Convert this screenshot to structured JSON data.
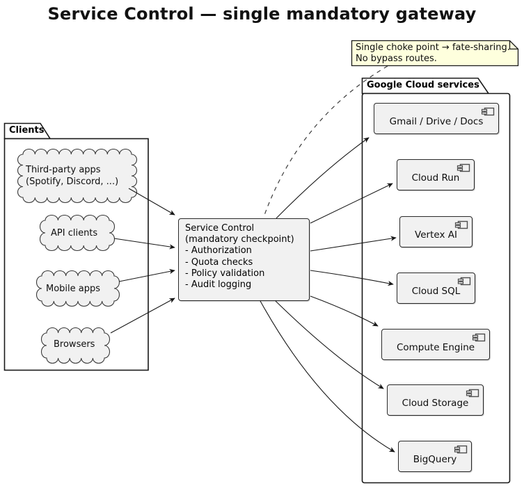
{
  "title": "Service Control — single mandatory gateway",
  "note": {
    "line1": "Single choke point → fate-sharing.",
    "line2": "No bypass routes."
  },
  "packages": {
    "clients": {
      "label": "Clients"
    },
    "google": {
      "label": "Google Cloud services"
    }
  },
  "clients": [
    {
      "id": "third-party-apps",
      "label": "Third-party apps\n(Spotify, Discord, ...)"
    },
    {
      "id": "api-clients",
      "label": "API clients"
    },
    {
      "id": "mobile-apps",
      "label": "Mobile apps"
    },
    {
      "id": "browsers",
      "label": "Browsers"
    }
  ],
  "gateway": {
    "lines": [
      "Service Control",
      "(mandatory checkpoint)",
      "- Authorization",
      "- Quota checks",
      "- Policy validation",
      "- Audit logging"
    ]
  },
  "services": [
    {
      "id": "gmail-drive-docs",
      "label": "Gmail / Drive / Docs"
    },
    {
      "id": "cloud-run",
      "label": "Cloud Run"
    },
    {
      "id": "vertex-ai",
      "label": "Vertex AI"
    },
    {
      "id": "cloud-sql",
      "label": "Cloud SQL"
    },
    {
      "id": "compute-engine",
      "label": "Compute Engine"
    },
    {
      "id": "cloud-storage",
      "label": "Cloud Storage"
    },
    {
      "id": "bigquery",
      "label": "BigQuery"
    }
  ],
  "colors": {
    "node_fill": "#F1F1F1",
    "node_border": "#181818",
    "note_fill": "#FEFFDD",
    "arrow": "#181818",
    "background": "#FFFFFF",
    "text": "#000000"
  }
}
